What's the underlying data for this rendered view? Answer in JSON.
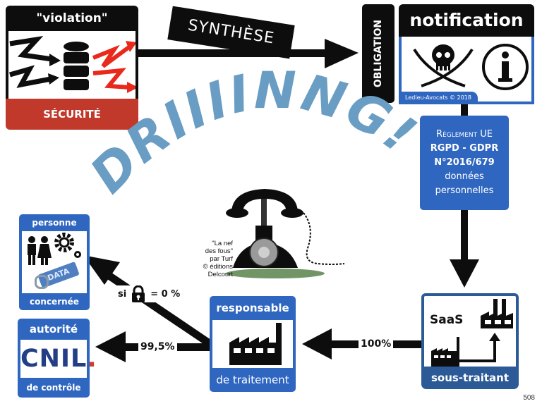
{
  "security_box": {
    "title": "\"violation\"",
    "footer": "SÉCURITÉ",
    "icon": "database-breach-icon",
    "colors": {
      "header": "#0d0d0d",
      "footer": "#c0392b",
      "arrows_in": "#0d0d0d",
      "arrows_out": "#e8291c"
    }
  },
  "synthese_label": "SYNTHÈSE",
  "notification_box": {
    "side_label": "OBLIGATION",
    "title": "notification",
    "icons": [
      "pirate-skull-icon",
      "info-icon"
    ],
    "credit": "Ledieu-Avocats © 2018"
  },
  "regulation_box": {
    "line1": "Règlement UE",
    "line2": "RGPD - GDPR",
    "line3": "N°2016/679",
    "line4": "données",
    "line5": "personnelles",
    "color": "#2f66c0"
  },
  "sound_effect": "DRIIIINNG!",
  "phone_caption": {
    "line1": "\"La nef",
    "line2": "des fous\"",
    "line3": "par Turf",
    "line4": "© éditions",
    "line5": "Delcourt"
  },
  "person_box": {
    "top": "personne",
    "bottom": "concernée",
    "usb_text": "DATA",
    "icons": [
      "man-icon",
      "woman-icon",
      "gears-icon",
      "personal-data-usb-lock-icon"
    ]
  },
  "authority_box": {
    "top": "autorité",
    "logo": "CNIL",
    "logo_dot": ".",
    "bottom": "de contrôle"
  },
  "controller_box": {
    "top": "responsable",
    "bottom": "de traitement",
    "icon": "factory-icon"
  },
  "processor_box": {
    "saas": "SaaS",
    "bottom": "sous-traitant",
    "icons": [
      "factory-icon",
      "factory-icon"
    ],
    "color": "#2b5a97"
  },
  "flows": {
    "to_person_prefix": "si",
    "to_person_suffix": "= 0 %",
    "to_authority": "99,5%",
    "to_controller": "100%"
  },
  "page_number": "508",
  "accent_blue": "#2f66c0",
  "sound_color": "#6a9dc3"
}
